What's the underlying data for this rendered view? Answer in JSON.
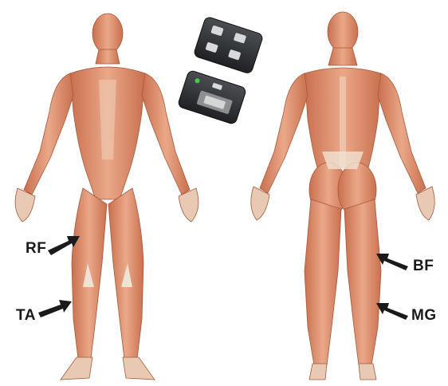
{
  "labels": {
    "rf": "RF",
    "ta": "TA",
    "bf": "BF",
    "mg": "MG"
  },
  "colors": {
    "muscle": "#e0967a",
    "muscle_dark": "#b5603f",
    "tendon": "#efe3d3",
    "arrow": "#1a1a1a",
    "device": "#2a2d30",
    "device_led": "#3dd13d"
  }
}
